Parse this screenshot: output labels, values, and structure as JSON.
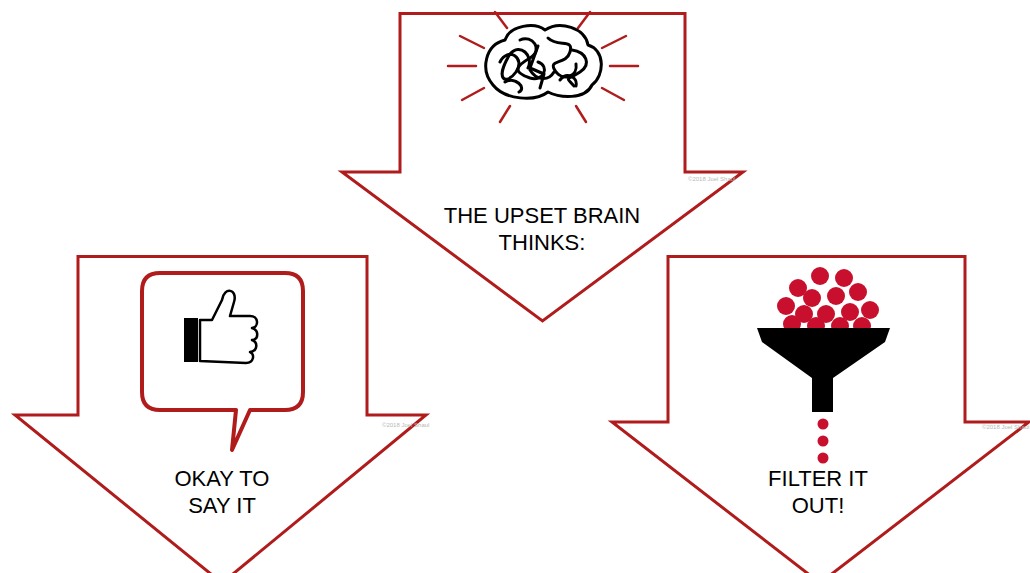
{
  "diagram": {
    "nodes": [
      {
        "text": [
          "THE UPSET BRAIN THINKS:"
        ]
      },
      {
        "text": [
          "OKAY TO SAY IT"
        ]
      },
      {
        "text": [
          "FILTER IT OUT!"
        ]
      }
    ],
    "labels": [
      "©2018 Joel Shaul",
      "©2018 Joel Shaul",
      "©2018 Joel Shaul"
    ]
  }
}
